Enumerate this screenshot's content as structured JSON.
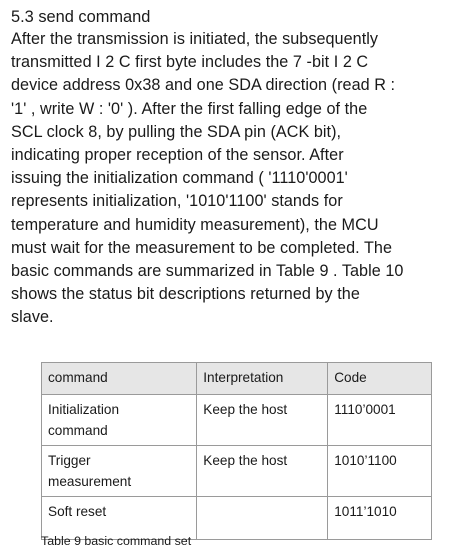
{
  "section_title": "5.3 send command",
  "paragraph_lines": [
    "After the transmission is initiated, the subsequently",
    "transmitted I 2 C first byte includes the 7 -bit I 2 C",
    "device address 0x38 and one SDA direction (read R :",
    "'1' , write W : '0' ). After the first falling edge of the",
    "SCL clock 8, by pulling the SDA pin (ACK bit),",
    "indicating proper reception of the sensor. After",
    "issuing the initialization command ( '1110'0001'",
    "represents initialization, '1010'1100' stands for",
    "temperature and humidity measurement), the MCU",
    "must wait for the measurement to be completed. The",
    "basic commands are summarized in Table 9 . Table 10",
    "shows the status bit descriptions returned by the",
    "slave."
  ],
  "table": {
    "headers": [
      "command",
      "Interpretation",
      "Code"
    ],
    "rows": [
      {
        "command_line1": "Initialization",
        "command_line2": "command",
        "interpretation": "Keep the host",
        "code": "1110’0001"
      },
      {
        "command_line1": "Trigger",
        "command_line2": "measurement",
        "interpretation": "Keep the host",
        "code": "1010’1100"
      },
      {
        "command_line1": "Soft reset",
        "command_line2": "",
        "interpretation": "",
        "code": "1011’1010"
      }
    ],
    "caption": "Table 9 basic command set"
  }
}
